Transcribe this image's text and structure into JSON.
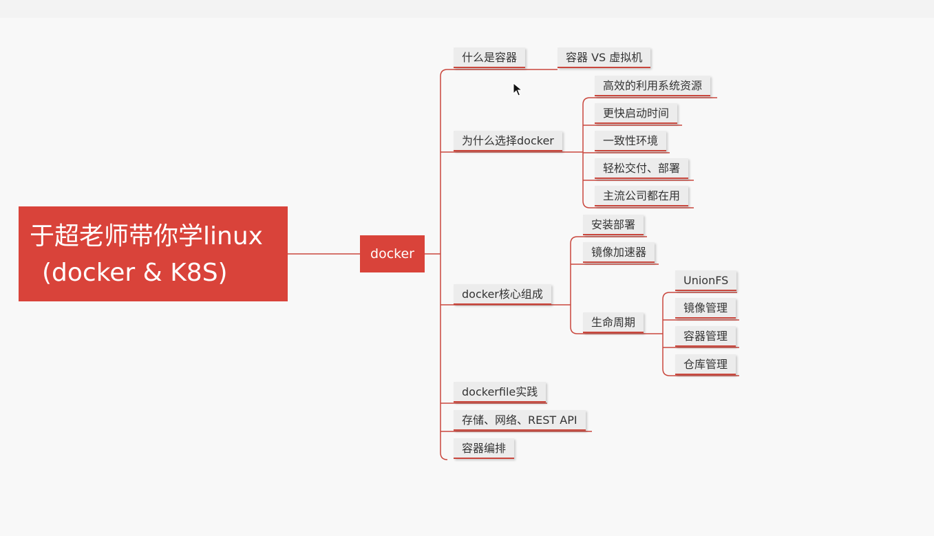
{
  "root": {
    "line1": "于超老师带你学linux",
    "line2": "(docker & K8S)"
  },
  "hub": {
    "label": "docker"
  },
  "branches": {
    "what_container": "什么是容器",
    "vs_vm": "容器 VS 虚拟机",
    "why_docker": "为什么选择docker",
    "why_items": [
      "高效的利用系统资源",
      "更快启动时间",
      "一致性环境",
      "轻松交付、部署",
      "主流公司都在用"
    ],
    "core": "docker核心组成",
    "core_items": [
      "安装部署",
      "镜像加速器",
      "生命周期"
    ],
    "lifecycle_items": [
      "UnionFS",
      "镜像管理",
      "容器管理",
      "仓库管理"
    ],
    "dockerfile": "dockerfile实践",
    "storage": "存储、网络、REST API",
    "orchestration": "容器编排"
  },
  "colors": {
    "accent": "#d9433a",
    "connector": "#c9463c",
    "node_bg": "#ececec"
  }
}
